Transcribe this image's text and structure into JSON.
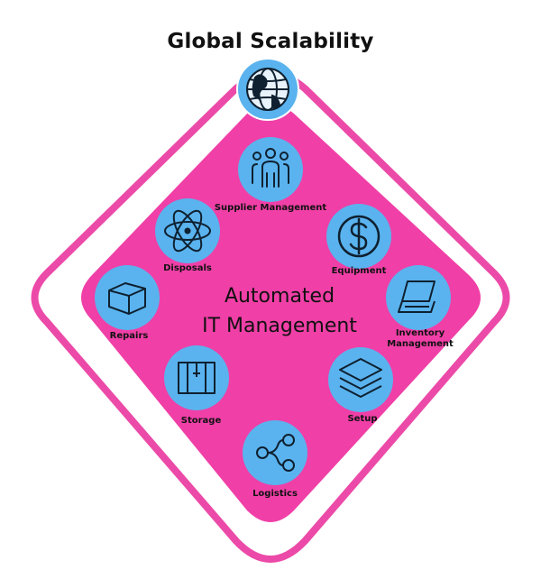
{
  "header": {
    "title": "Global Scalability"
  },
  "center": {
    "line1": "Automated",
    "line2": "IT Management"
  },
  "nodes": {
    "supplier": "Supplier Management",
    "equipment": "Equipment",
    "inventory_line1": "Inventory",
    "inventory_line2": "Management",
    "setup": "Setup",
    "logistics": "Logistics",
    "storage": "Storage",
    "repairs": "Repairs",
    "disposals": "Disposals"
  },
  "icons": {
    "globe": "globe-icon",
    "supplier": "team-icon",
    "equipment": "dollar-icon",
    "inventory": "laptop-icon",
    "setup": "layers-icon",
    "logistics": "share-icon",
    "storage": "box-icon",
    "repairs": "package-icon",
    "disposals": "atom-icon"
  },
  "colors": {
    "diamond_fill": "#f03fa7",
    "outline": "#ec4aa8",
    "circle_fill": "#5ab3ee",
    "icon_stroke": "#0f2030"
  }
}
